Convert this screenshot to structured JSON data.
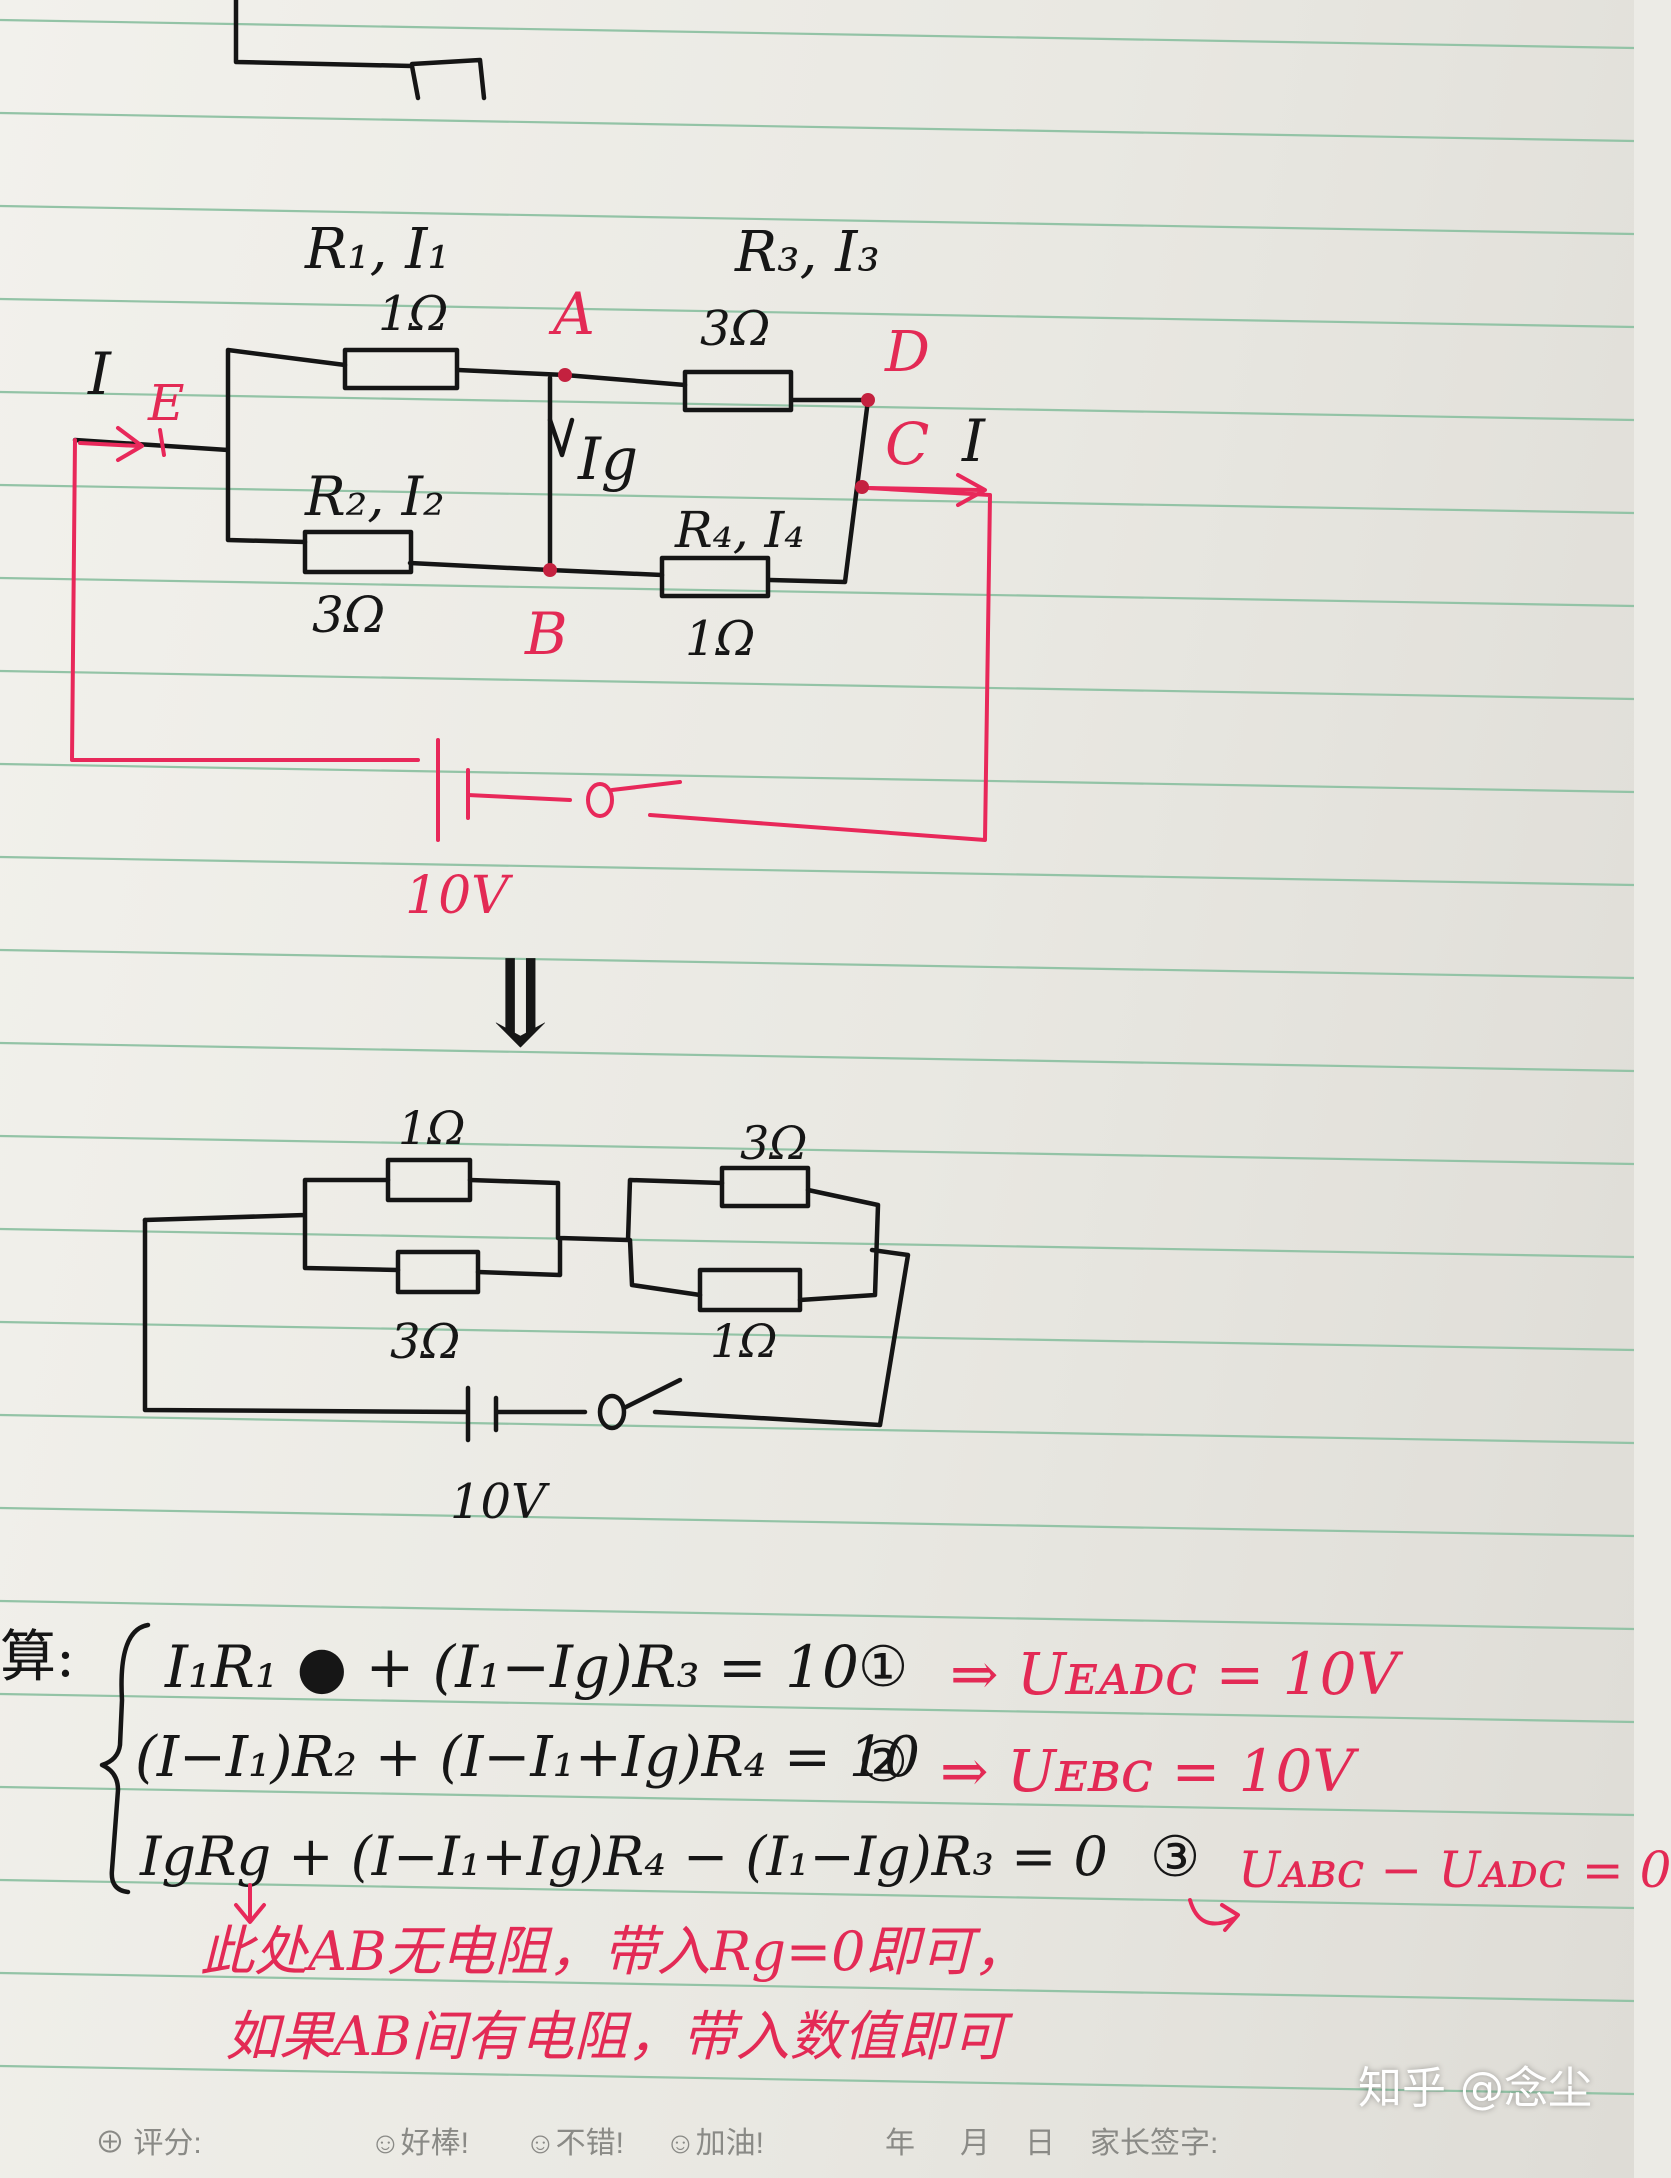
{
  "diagram1": {
    "labels": {
      "r1_i1": "R₁, I₁",
      "r1_value": "1Ω",
      "r3_i3": "R₃, I₃",
      "r3_value": "3Ω",
      "r2_i2": "R₂, I₂",
      "r2_value": "3Ω",
      "r4_i4": "R₄, I₄",
      "r4_value": "1Ω",
      "current_in": "I",
      "current_out": "I",
      "ig": "Ig",
      "node_a": "A",
      "node_b": "B",
      "node_c": "C",
      "node_d": "D",
      "node_e": "E",
      "battery": "10V"
    }
  },
  "arrow": "⇓",
  "diagram2": {
    "labels": {
      "top_left": "1Ω",
      "bottom_left": "3Ω",
      "top_right": "3Ω",
      "bottom_right": "1Ω",
      "battery": "10V"
    }
  },
  "equations": {
    "prefix": "算:",
    "eq1": "I₁R₁ ● + (I₁−Ig)R₃ = 10",
    "eq1_mark": "①",
    "eq1_note": "⇒ Uᴇᴀᴅᴄ = 10V",
    "eq2": "(I−I₁)R₂ + (I−I₁+Ig)R₄ = 10",
    "eq2_mark": "②",
    "eq2_note": "⇒ Uᴇʙᴄ = 10V",
    "eq3": "IgRg + (I−I₁+Ig)R₄ − (I₁−Ig)R₃ = 0",
    "eq3_mark": "③",
    "eq3_note": "Uᴀʙᴄ − Uᴀᴅᴄ = 0",
    "note_line1": "此处AB无电阻，带入Rg=0即可，",
    "note_line2": "如果AB间有电阻，带入数值即可"
  },
  "footer": {
    "rating_label": "评分:",
    "good": "好棒!",
    "ok": "不错!",
    "cheer": "加油!",
    "year": "年",
    "month": "月",
    "day": "日",
    "parent_sign": "家长签字:"
  },
  "watermark": "知乎 @念尘",
  "colors": {
    "ink": "#151515",
    "red_ink": "#e8285a",
    "ruled_line": "#93c3a6",
    "paper": "#f2f1ec"
  }
}
